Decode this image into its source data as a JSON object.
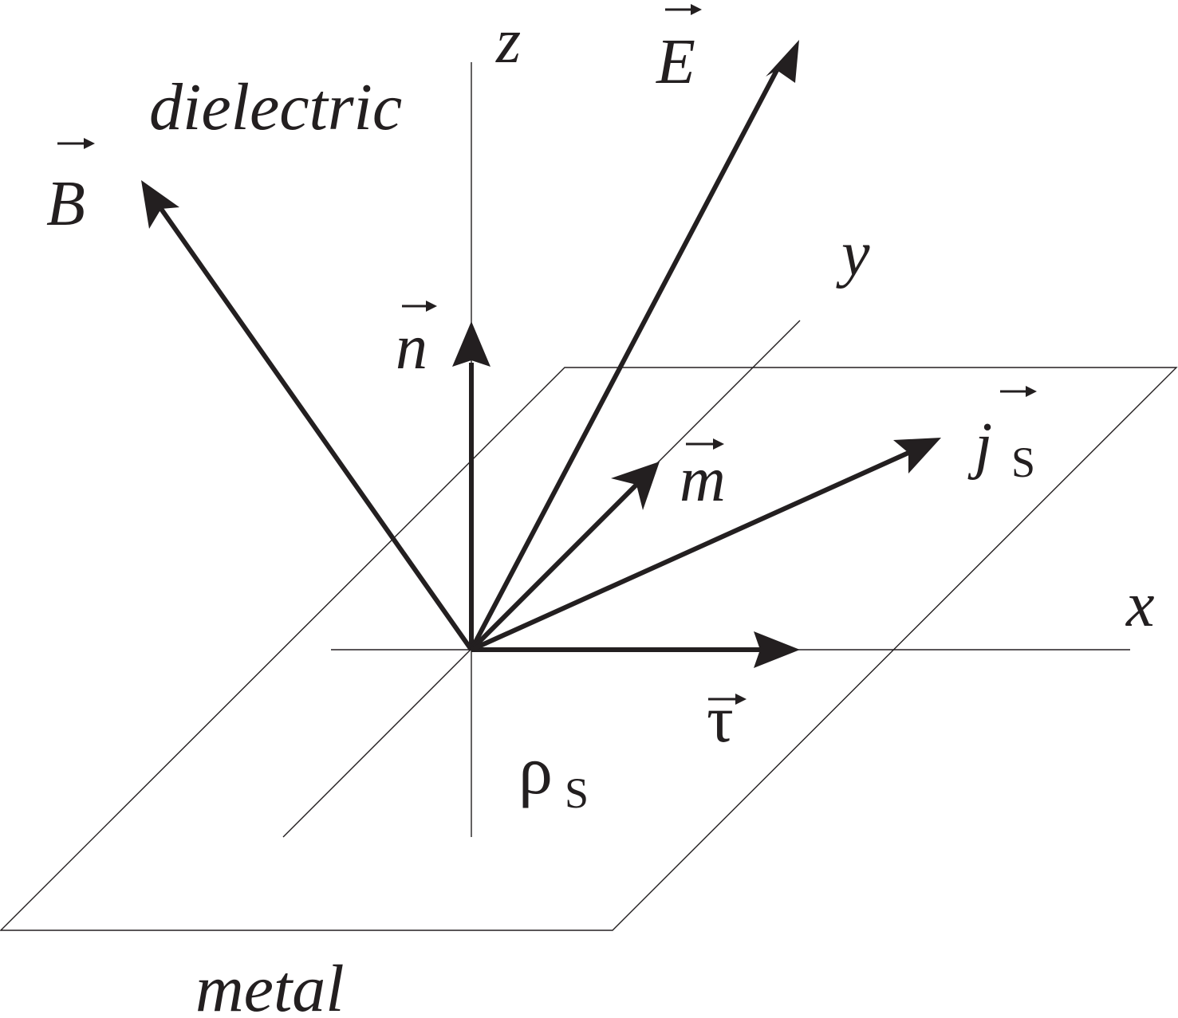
{
  "regions": {
    "upper": "dielectric",
    "lower": "metal"
  },
  "axes": {
    "x": "x",
    "y": "y",
    "z": "z"
  },
  "vectors": {
    "E": "E",
    "B": "B",
    "n": "n",
    "m": "m",
    "j": "j",
    "j_sub": "S",
    "tau": "τ"
  },
  "surface_charge": {
    "symbol": "ρ",
    "sub": "S"
  },
  "colors": {
    "ink": "#231f20",
    "background": "#ffffff"
  }
}
